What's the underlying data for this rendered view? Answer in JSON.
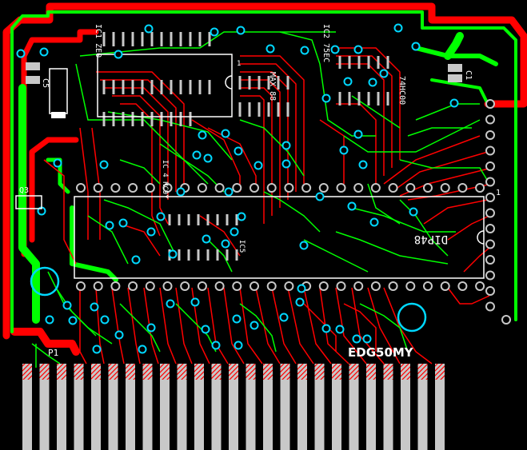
{
  "board": {
    "name": "EDG50MY",
    "chip_label": "DIP48",
    "labels": {
      "c5": "C5",
      "c1": "C1",
      "q3": "Q3",
      "p1": "P1",
      "pin1": "1",
      "u2_pin1": "1",
      "ic_top_text_1": "IC1 ZE0",
      "ic_top_text_2": "MAX 88",
      "ic_right_text_1": "IC2 75EC",
      "ic_right_text_2": "74HC00",
      "ic_mid_text": "IC 4 HC9Y",
      "ic_small_text": "IC5"
    }
  },
  "colors": {
    "background": "#000000",
    "top_copper": "#ff0000",
    "bottom_copper": "#00ff00",
    "via": "#00d8ff",
    "silkscreen": "#ffffff",
    "contact": "#c8c8c8",
    "contact_hatch": "#ff0000"
  }
}
